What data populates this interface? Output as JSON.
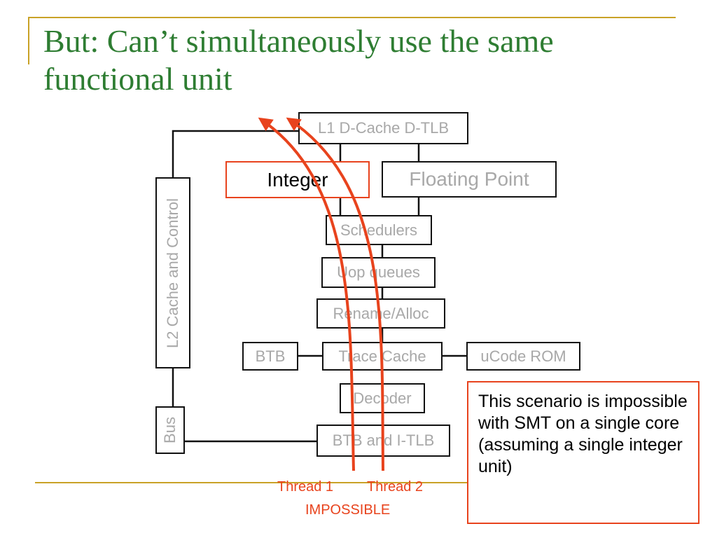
{
  "slide": {
    "title": "But: Can’t simultaneously use  the same functional unit"
  },
  "diagram": {
    "blocks": {
      "l1_cache": "L1 D-Cache D-TLB",
      "integer": "Integer",
      "floating_point": "Floating Point",
      "schedulers": "Schedulers",
      "uop_queues": "Uop queues",
      "rename_alloc": "Rename/Alloc",
      "btb": "BTB",
      "trace_cache": "Trace Cache",
      "ucode_rom": "uCode ROM",
      "decoder": "Decoder",
      "btb_itlb": "BTB and I-TLB",
      "l2_cache": "L2 Cache and Control",
      "bus": "Bus"
    },
    "threads": {
      "thread1": "Thread 1",
      "thread2": "Thread 2",
      "impossible": "IMPOSSIBLE"
    }
  },
  "note": {
    "text": "This scenario is impossible with SMT on a single core (assuming a single integer unit)"
  },
  "colors": {
    "title": "#2e7d32",
    "accent": "#e8431d",
    "rule": "#c9a227",
    "block_text": "#a8a8a8"
  }
}
